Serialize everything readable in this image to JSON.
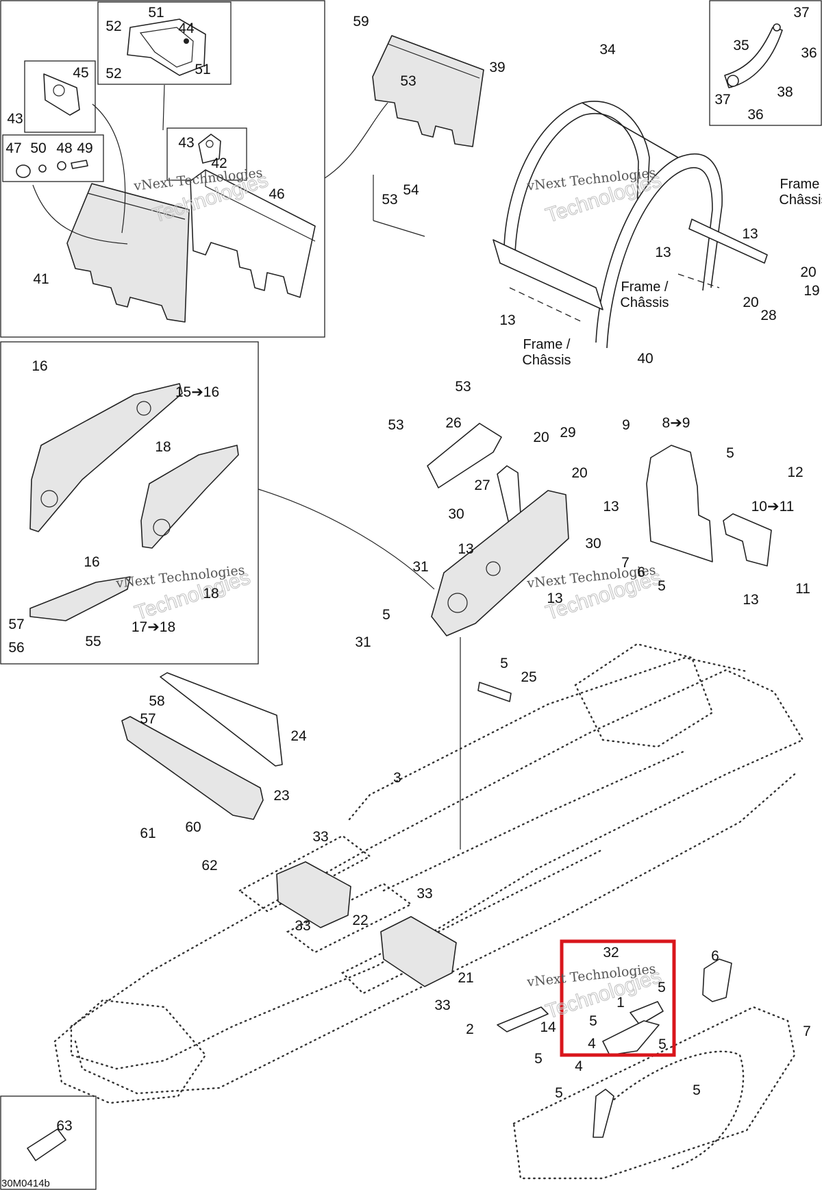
{
  "diagram": {
    "drawing_code": "30M0414b",
    "highlight_color": "#d9161c",
    "watermark": {
      "line1": "vNext Technologies",
      "line2": "Technologies",
      "repeat_count": 5
    },
    "frame_labels": [
      {
        "en": "Frame /",
        "fr": "Châssis"
      },
      {
        "en": "Frame /",
        "fr": "Châssis"
      },
      {
        "en": "Frame /",
        "fr": "Châssis"
      }
    ],
    "callouts": [
      "51",
      "52",
      "44",
      "52",
      "51",
      "45",
      "43",
      "43",
      "42",
      "47",
      "50",
      "48",
      "49",
      "46",
      "41",
      "59",
      "53",
      "39",
      "53",
      "54",
      "34",
      "37",
      "35",
      "36",
      "37",
      "38",
      "36",
      "13",
      "13",
      "20",
      "19",
      "20",
      "28",
      "13",
      "40",
      "16",
      "15➔16",
      "18",
      "16",
      "18",
      "57",
      "56",
      "55",
      "17➔18",
      "53",
      "53",
      "26",
      "20",
      "29",
      "20",
      "27",
      "30",
      "13",
      "31",
      "30",
      "7",
      "6",
      "5",
      "13",
      "5",
      "31",
      "5",
      "9",
      "8➔9",
      "5",
      "12",
      "13",
      "10➔11",
      "11",
      "13",
      "25",
      "58",
      "57",
      "24",
      "23",
      "3",
      "61",
      "60",
      "62",
      "33",
      "22",
      "33",
      "33",
      "21",
      "33",
      "32",
      "5",
      "6",
      "1",
      "5",
      "4",
      "5",
      "2",
      "14",
      "5",
      "4",
      "5",
      "5",
      "7",
      "63"
    ]
  }
}
